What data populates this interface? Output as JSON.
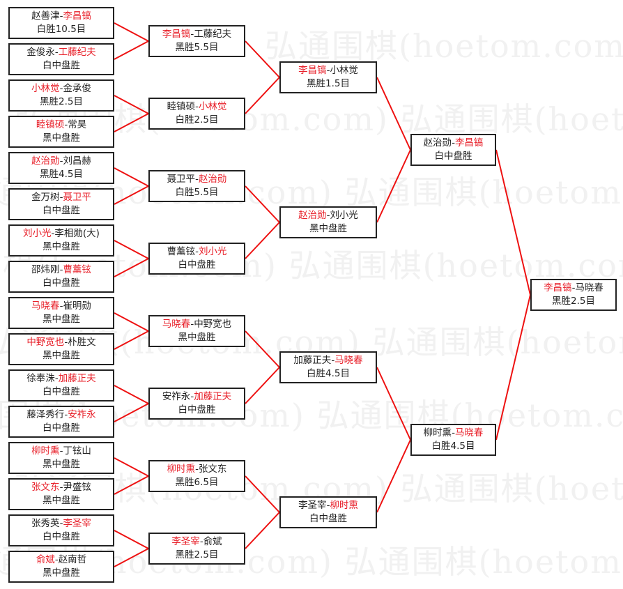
{
  "watermark": "弘通围棋(hoetom.com)",
  "colors": {
    "winner": "#e8202a",
    "line": "#ee1111",
    "border": "#222222"
  },
  "rounds": [
    [
      {
        "p1": "赵善津",
        "p2": "李昌镐",
        "winner": 2,
        "result": "白胜10.5目"
      },
      {
        "p1": "金俊永",
        "p2": "工藤纪夫",
        "winner": 2,
        "result": "白中盘胜"
      },
      {
        "p1": "小林觉",
        "p2": "金承俊",
        "winner": 1,
        "result": "黑胜2.5目"
      },
      {
        "p1": "睦镇硕",
        "p2": "常昊",
        "winner": 1,
        "result": "黑中盘胜"
      },
      {
        "p1": "赵治勋",
        "p2": "刘昌赫",
        "winner": 1,
        "result": "黑胜4.5目"
      },
      {
        "p1": "金万树",
        "p2": "聂卫平",
        "winner": 2,
        "result": "白中盘胜"
      },
      {
        "p1": "刘小光",
        "p2": "李相勋(大)",
        "winner": 1,
        "result": "黑中盘胜"
      },
      {
        "p1": "邵炜刚",
        "p2": "曹薰铉",
        "winner": 2,
        "result": "白中盘胜"
      },
      {
        "p1": "马晓春",
        "p2": "崔明勋",
        "winner": 1,
        "result": "黑中盘胜"
      },
      {
        "p1": "中野宽也",
        "p2": "朴胜文",
        "winner": 1,
        "result": "黑中盘胜"
      },
      {
        "p1": "徐奉洙",
        "p2": "加藤正夫",
        "winner": 2,
        "result": "白中盘胜"
      },
      {
        "p1": "藤泽秀行",
        "p2": "安祚永",
        "winner": 2,
        "result": "白中盘胜"
      },
      {
        "p1": "柳时熏",
        "p2": "丁铉山",
        "winner": 1,
        "result": "黑中盘胜"
      },
      {
        "p1": "张文东",
        "p2": "尹盛铉",
        "winner": 1,
        "result": "黑中盘胜"
      },
      {
        "p1": "张秀英",
        "p2": "李圣宰",
        "winner": 2,
        "result": "白中盘胜"
      },
      {
        "p1": "俞斌",
        "p2": "赵南哲",
        "winner": 1,
        "result": "黑中盘胜"
      }
    ],
    [
      {
        "p1": "李昌镐",
        "p2": "工藤纪夫",
        "winner": 1,
        "result": "黑胜5.5目"
      },
      {
        "p1": "睦镇硕",
        "p2": "小林觉",
        "winner": 2,
        "result": "白胜2.5目"
      },
      {
        "p1": "聂卫平",
        "p2": "赵治勋",
        "winner": 2,
        "result": "白胜5.5目"
      },
      {
        "p1": "曹薰铉",
        "p2": "刘小光",
        "winner": 2,
        "result": "白中盘胜"
      },
      {
        "p1": "马晓春",
        "p2": "中野宽也",
        "winner": 1,
        "result": "黑中盘胜"
      },
      {
        "p1": "安祚永",
        "p2": "加藤正夫",
        "winner": 2,
        "result": "白中盘胜"
      },
      {
        "p1": "柳时熏",
        "p2": "张文东",
        "winner": 1,
        "result": "黑胜6.5目"
      },
      {
        "p1": "李圣宰",
        "p2": "俞斌",
        "winner": 1,
        "result": "黑胜2.5目"
      }
    ],
    [
      {
        "p1": "李昌镐",
        "p2": "小林觉",
        "winner": 1,
        "result": "黑胜1.5目"
      },
      {
        "p1": "赵治勋",
        "p2": "刘小光",
        "winner": 1,
        "result": "黑中盘胜"
      },
      {
        "p1": "加藤正夫",
        "p2": "马晓春",
        "winner": 2,
        "result": "白胜4.5目"
      },
      {
        "p1": "李圣宰",
        "p2": "柳时熏",
        "winner": 2,
        "result": "白中盘胜"
      }
    ],
    [
      {
        "p1": "赵治勋",
        "p2": "李昌镐",
        "winner": 2,
        "result": "白中盘胜"
      },
      {
        "p1": "柳时熏",
        "p2": "马晓春",
        "winner": 2,
        "result": "白胜4.5目"
      }
    ],
    [
      {
        "p1": "李昌镐",
        "p2": "马晓春",
        "winner": 1,
        "result": "黑胜2.5目"
      }
    ]
  ]
}
